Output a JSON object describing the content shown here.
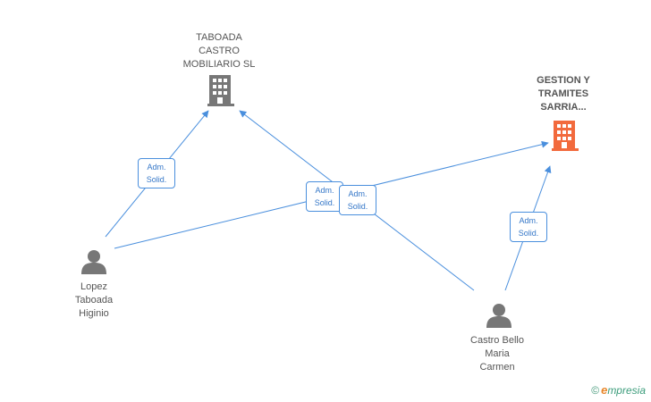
{
  "nodes": {
    "company_taboada": {
      "label": "TABOADA\nCASTRO\nMOBILIARIO SL",
      "icon": "building-icon",
      "color": "#777777"
    },
    "company_gestion": {
      "label": "GESTION Y\nTRAMITES\nSARRIA...",
      "icon": "building-icon",
      "color": "#f26a3d"
    },
    "person_lopez": {
      "label": "Lopez\nTaboada\nHiginio",
      "icon": "person-icon",
      "color": "#777777"
    },
    "person_castro": {
      "label": "Castro Bello\nMaria\nCarmen",
      "icon": "person-icon",
      "color": "#777777"
    }
  },
  "edges": [
    {
      "from": "person_lopez",
      "to": "company_taboada",
      "label": "Adm.\nSolid."
    },
    {
      "from": "person_lopez",
      "to": "company_gestion",
      "label": "Adm.\nSolid."
    },
    {
      "from": "person_castro",
      "to": "company_taboada",
      "label": "Adm.\nSolid."
    },
    {
      "from": "person_castro",
      "to": "company_gestion",
      "label": "Adm.\nSolid."
    }
  ],
  "colors": {
    "edge": "#4a8fdd",
    "edge_label_text": "#3577c8"
  },
  "footer": {
    "copyright": "©",
    "brand_initial": "e",
    "brand_rest": "mpresia"
  }
}
